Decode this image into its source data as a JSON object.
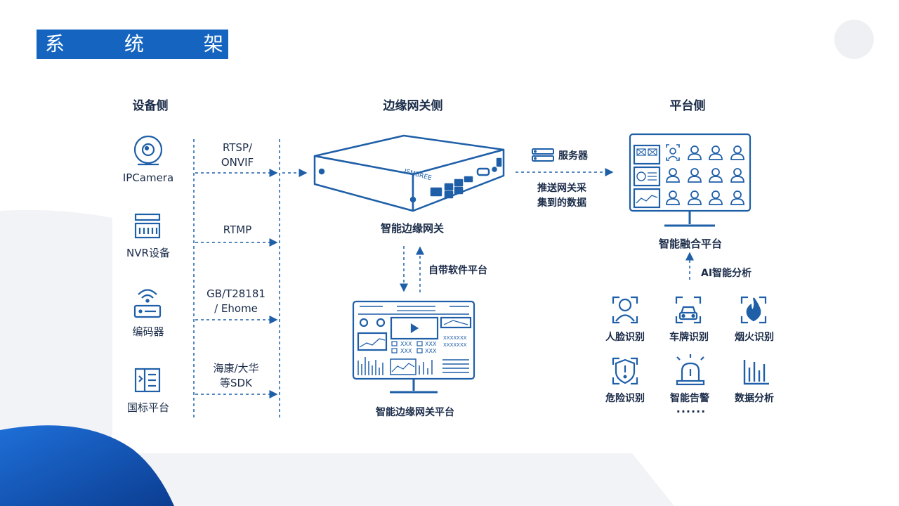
{
  "title": "系 统 架 构",
  "columns": {
    "device": "设备侧",
    "gateway": "边缘网关侧",
    "platform": "平台侧"
  },
  "devices": [
    "IPCamera",
    "NVR设备",
    "编码器",
    "国标平台"
  ],
  "protocols": [
    "RTSP/\nONVIF",
    "RTMP",
    "GB/T28181\n/ Ehome",
    "海康/大华\n等SDK"
  ],
  "gateway": {
    "box_brand": "ISMBREE",
    "name": "智能边缘网关",
    "software_label": "自带软件平台",
    "platform_name": "智能边缘网关平台"
  },
  "server_label": "服务器",
  "transfer_label": "推送网关采\n集到的数据",
  "platform_name": "智能融合平台",
  "ai_label": "AI智能分析",
  "ai_features": [
    "人脸识别",
    "车牌识别",
    "烟火识别",
    "危险识别",
    "智能告警",
    "数据分析"
  ],
  "ellipsis": "......",
  "colors": {
    "accent": "#1565c0",
    "line": "#1e5fa8",
    "text": "#1a2b48"
  }
}
